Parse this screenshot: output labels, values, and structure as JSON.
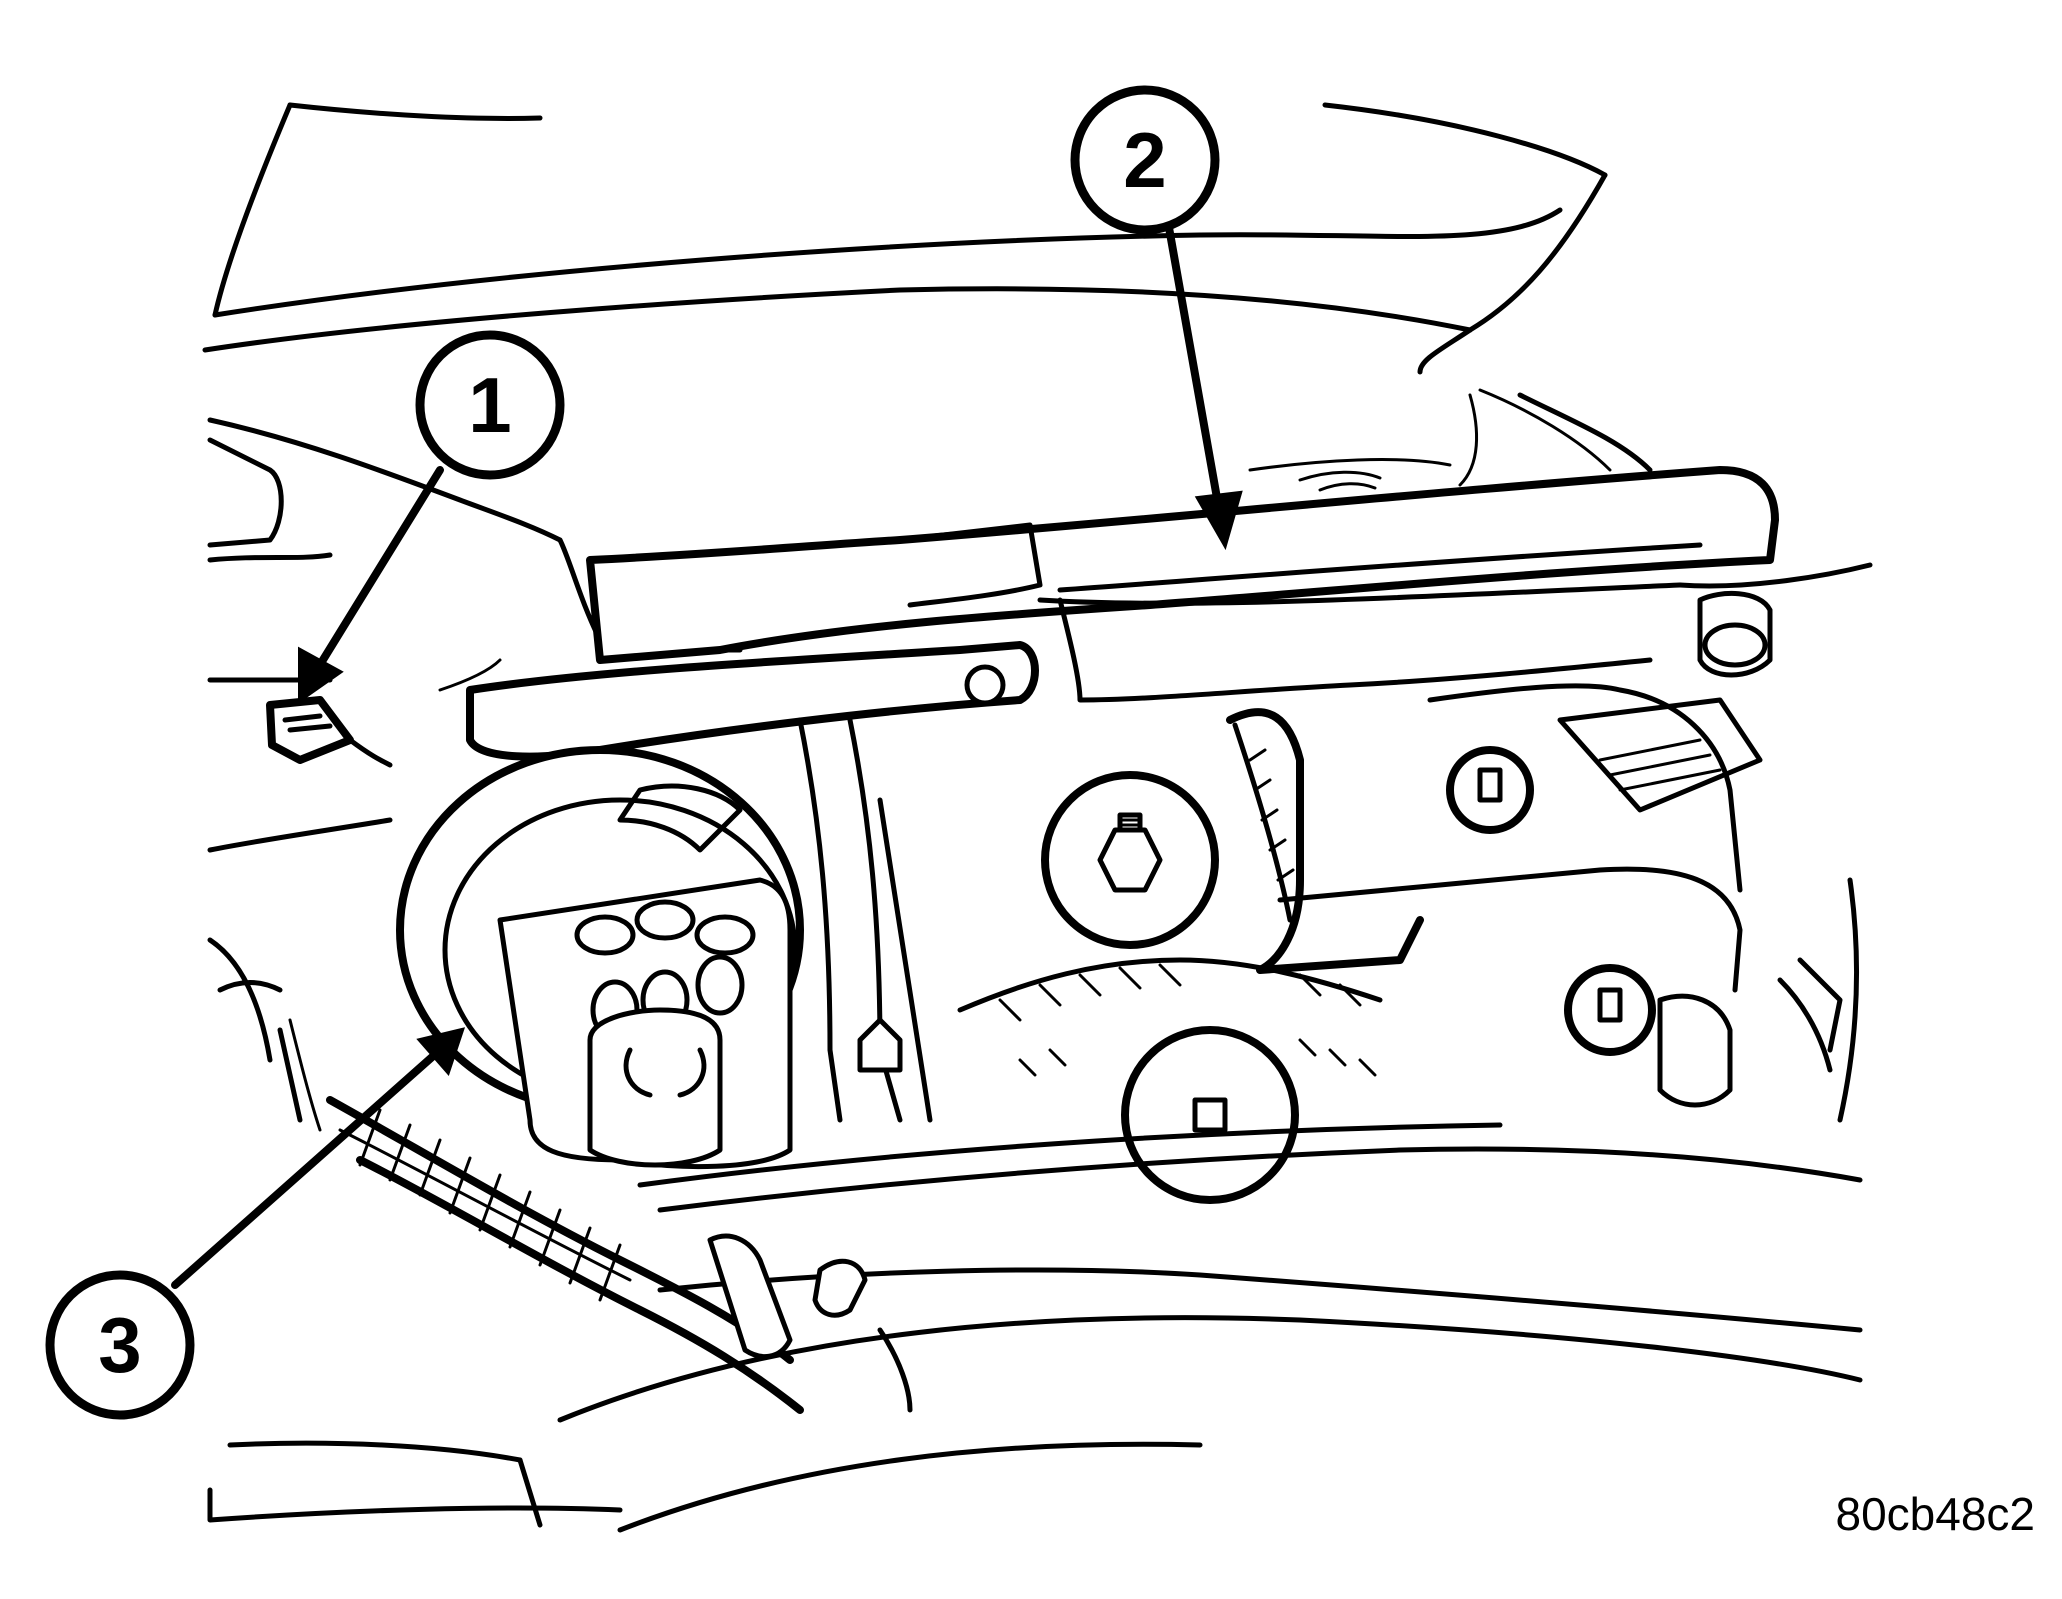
{
  "callouts": [
    {
      "label": "1"
    },
    {
      "label": "2"
    },
    {
      "label": "3"
    }
  ],
  "reference_code": "80cb48c2"
}
